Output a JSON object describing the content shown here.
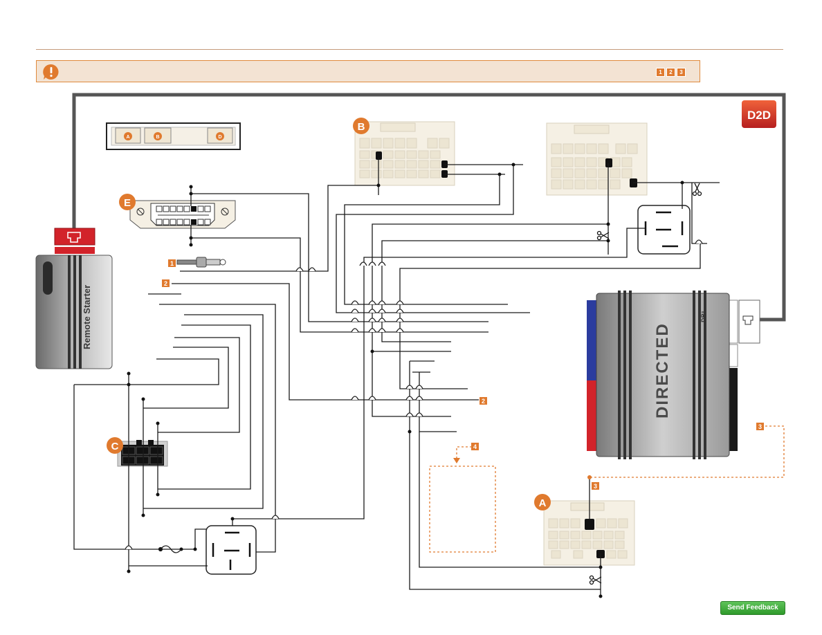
{
  "warning": {
    "steps": [
      "1",
      "2",
      "3"
    ]
  },
  "remote_starter": {
    "label": "Remote Starter"
  },
  "module": {
    "brand": "DIRECTED",
    "model": "DB³"
  },
  "d2d_logo": {
    "text": "D2D"
  },
  "connectors": {
    "a": "A",
    "b": "B",
    "c": "C",
    "e": "E",
    "fuse_box_a": "A",
    "fuse_box_b": "B",
    "fuse_box_d": "D"
  },
  "callouts": {
    "step1": "1",
    "step2": "2",
    "step2b": "2",
    "step3": "3",
    "step3b": "3",
    "step4": "4"
  },
  "feedback": {
    "label": "Send Feedback"
  },
  "colors": {
    "accent_orange": "#e07a2e",
    "wire": "#1a1a1a",
    "module_blue": "#2b3c9e",
    "module_red": "#d2232a",
    "starter_red": "#d2232a"
  }
}
